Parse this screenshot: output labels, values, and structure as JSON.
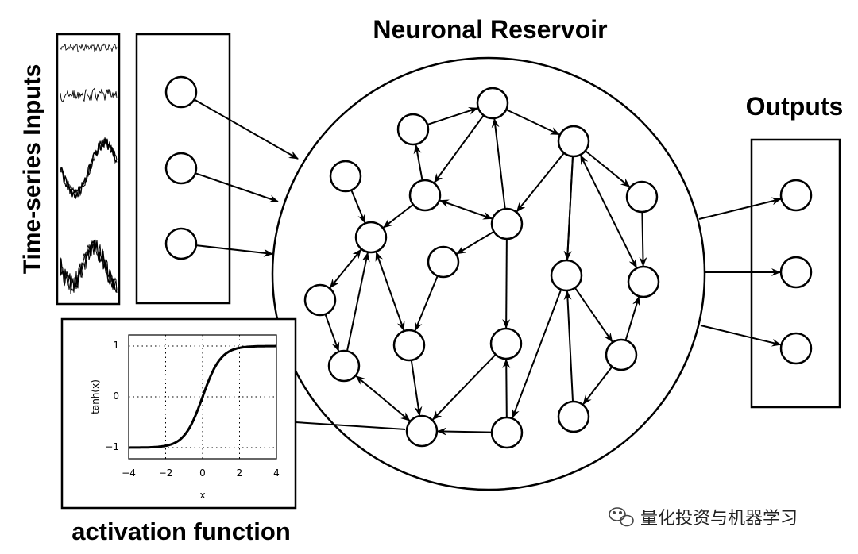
{
  "titles": {
    "reservoir": "Neuronal Reservoir",
    "outputs": "Outputs",
    "inputs": "Time-series Inputs",
    "activation": "activation function"
  },
  "plot": {
    "ylabel": "tanh(x)",
    "xlabel": "x",
    "xticks": [
      "−4",
      "−2",
      "0",
      "2",
      "4"
    ],
    "yticks": [
      "1",
      "0",
      "−1"
    ]
  },
  "watermark": "量化投资与机器学习",
  "colors": {
    "stroke": "#000000",
    "background": "#ffffff"
  }
}
